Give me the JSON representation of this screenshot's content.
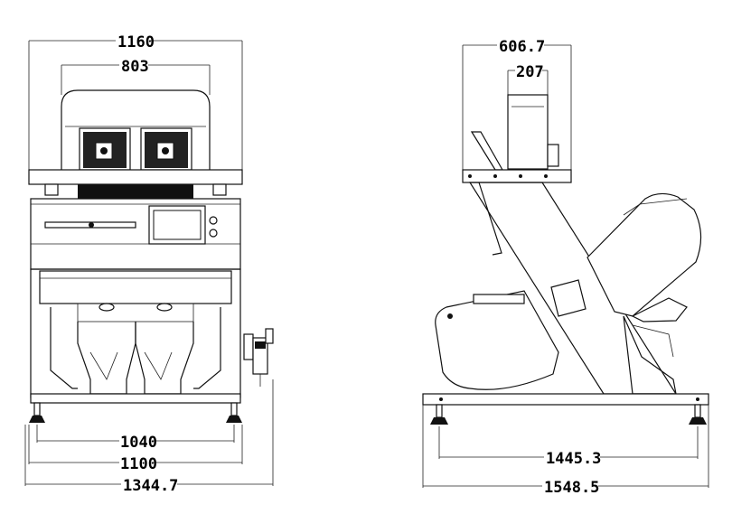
{
  "front_view": {
    "dims": {
      "overall_width": "1160",
      "hopper_width": "803",
      "foot_inner": "1040",
      "foot_outer": "1100",
      "total_width": "1344.7"
    }
  },
  "side_view": {
    "dims": {
      "top_depth": "606.7",
      "hopper_depth": "207",
      "foot_span": "1445.3",
      "total_length": "1548.5"
    }
  }
}
